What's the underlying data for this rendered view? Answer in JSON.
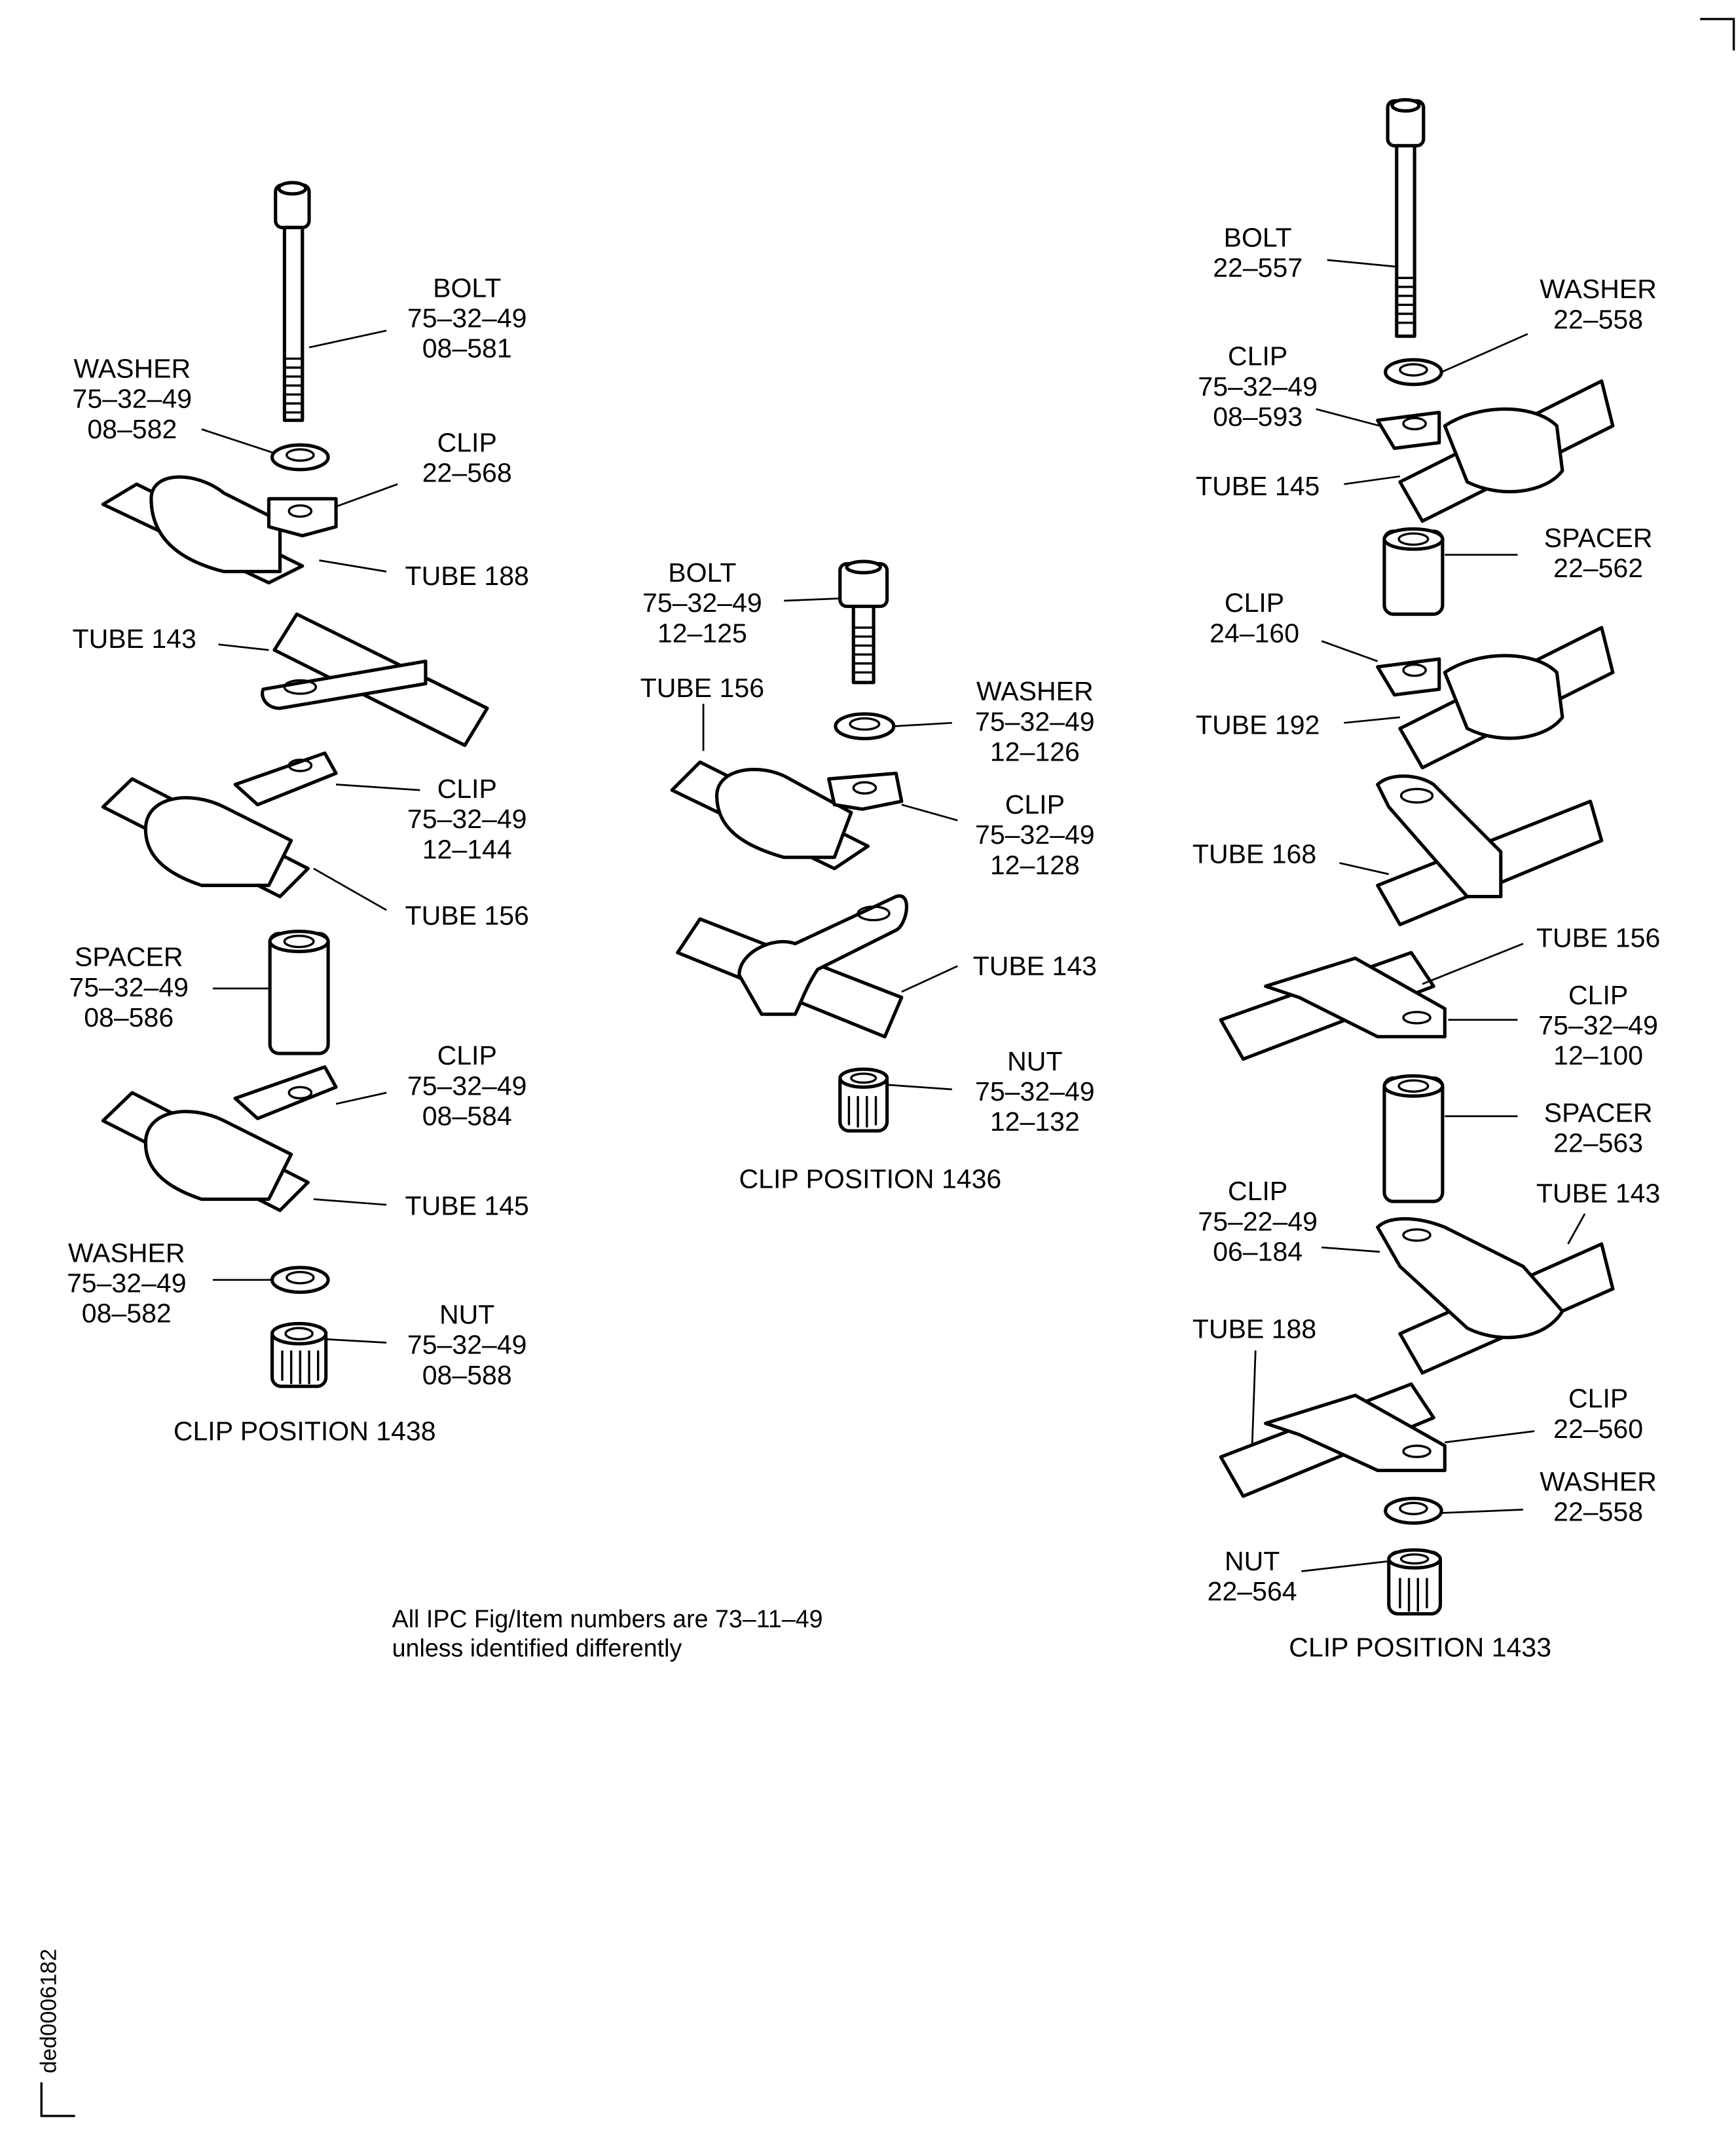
{
  "figure_id": "ded0006182",
  "footnote": {
    "line1": "All IPC Fig/Item numbers are 73–11–49",
    "line2": "unless identified differently"
  },
  "positions": [
    {
      "caption": "CLIP POSITION 1438",
      "labels": [
        {
          "name": "BOLT",
          "lines": [
            "BOLT",
            "75–32–49",
            "08–581"
          ]
        },
        {
          "name": "WASHER",
          "lines": [
            "WASHER",
            "75–32–49",
            "08–582"
          ]
        },
        {
          "name": "CLIP",
          "lines": [
            "CLIP",
            "22–568"
          ]
        },
        {
          "name": "TUBE",
          "lines": [
            "TUBE 188"
          ]
        },
        {
          "name": "TUBE",
          "lines": [
            "TUBE 143"
          ]
        },
        {
          "name": "CLIP",
          "lines": [
            "CLIP",
            "75–32–49",
            "12–144"
          ]
        },
        {
          "name": "TUBE",
          "lines": [
            "TUBE 156"
          ]
        },
        {
          "name": "SPACER",
          "lines": [
            "SPACER",
            "75–32–49",
            "08–586"
          ]
        },
        {
          "name": "CLIP",
          "lines": [
            "CLIP",
            "75–32–49",
            "08–584"
          ]
        },
        {
          "name": "TUBE",
          "lines": [
            "TUBE 145"
          ]
        },
        {
          "name": "WASHER",
          "lines": [
            "WASHER",
            "75–32–49",
            "08–582"
          ]
        },
        {
          "name": "NUT",
          "lines": [
            "NUT",
            "75–32–49",
            "08–588"
          ]
        }
      ]
    },
    {
      "caption": "CLIP POSITION 1436",
      "labels": [
        {
          "name": "BOLT",
          "lines": [
            "BOLT",
            "75–32–49",
            "12–125"
          ]
        },
        {
          "name": "TUBE",
          "lines": [
            "TUBE 156"
          ]
        },
        {
          "name": "WASHER",
          "lines": [
            "WASHER",
            "75–32–49",
            "12–126"
          ]
        },
        {
          "name": "CLIP",
          "lines": [
            "CLIP",
            "75–32–49",
            "12–128"
          ]
        },
        {
          "name": "TUBE",
          "lines": [
            "TUBE 143"
          ]
        },
        {
          "name": "NUT",
          "lines": [
            "NUT",
            "75–32–49",
            "12–132"
          ]
        }
      ]
    },
    {
      "caption": "CLIP POSITION 1433",
      "labels": [
        {
          "name": "BOLT",
          "lines": [
            "BOLT",
            "22–557"
          ]
        },
        {
          "name": "WASHER",
          "lines": [
            "WASHER",
            "22–558"
          ]
        },
        {
          "name": "CLIP",
          "lines": [
            "CLIP",
            "75–32–49",
            "08–593"
          ]
        },
        {
          "name": "TUBE",
          "lines": [
            "TUBE 145"
          ]
        },
        {
          "name": "SPACER",
          "lines": [
            "SPACER",
            "22–562"
          ]
        },
        {
          "name": "CLIP",
          "lines": [
            "CLIP",
            "24–160"
          ]
        },
        {
          "name": "TUBE",
          "lines": [
            "TUBE 192"
          ]
        },
        {
          "name": "TUBE",
          "lines": [
            "TUBE 168"
          ]
        },
        {
          "name": "TUBE",
          "lines": [
            "TUBE 156"
          ]
        },
        {
          "name": "CLIP",
          "lines": [
            "CLIP",
            "75–32–49",
            "12–100"
          ]
        },
        {
          "name": "SPACER",
          "lines": [
            "SPACER",
            "22–563"
          ]
        },
        {
          "name": "CLIP",
          "lines": [
            "CLIP",
            "75–22–49",
            "06–184"
          ]
        },
        {
          "name": "TUBE",
          "lines": [
            "TUBE 143"
          ]
        },
        {
          "name": "TUBE",
          "lines": [
            "TUBE 188"
          ]
        },
        {
          "name": "CLIP",
          "lines": [
            "CLIP",
            "22–560"
          ]
        },
        {
          "name": "WASHER",
          "lines": [
            "WASHER",
            "22–558"
          ]
        },
        {
          "name": "NUT",
          "lines": [
            "NUT",
            "22–564"
          ]
        }
      ]
    }
  ]
}
